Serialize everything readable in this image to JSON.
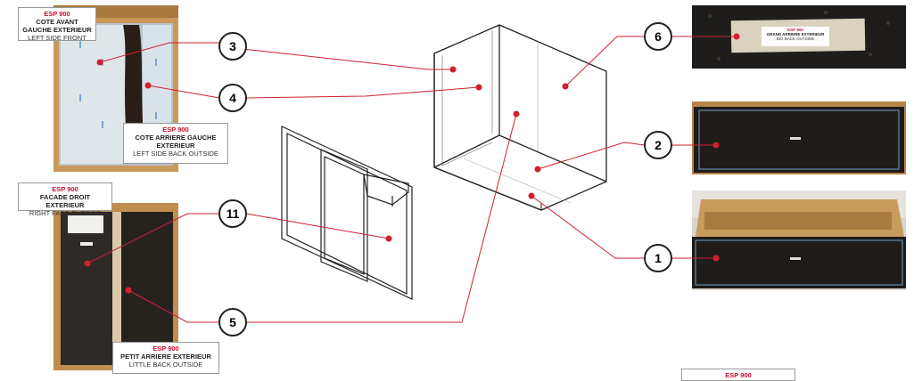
{
  "accent": "#d1202f",
  "labels": {
    "cote_avant": {
      "brand": "ESP 900",
      "line1": "COTE AVANT",
      "line2": "GAUCHE EXTERIEUR",
      "line3": "LEFT SIDE FRONT"
    },
    "cote_arriere": {
      "brand": "ESP 900",
      "line1": "COTE ARRIERE GAUCHE",
      "line2": "EXTERIEUR",
      "line3": "LEFT SIDE BACK OUTSIDE"
    },
    "facade": {
      "brand": "ESP 900",
      "line1": "FACADE DROIT EXTERIEUR",
      "line2": "RIGHT FACE OUTSIDE"
    },
    "petit_arriere": {
      "brand": "ESP 900",
      "line1": "PETIT ARRIERE EXTERIEUR",
      "line2": "LITTLE BACK OUTSIDE"
    },
    "grand_arriere": {
      "brand": "ESP 900",
      "line1": "GRAND ARRIERE EXTERIEUR",
      "line2": "BIG BACK OUTSIDE"
    },
    "bottom_partial": {
      "brand": "ESP 900"
    }
  },
  "callouts": [
    "3",
    "4",
    "6",
    "2",
    "11",
    "1",
    "5"
  ]
}
